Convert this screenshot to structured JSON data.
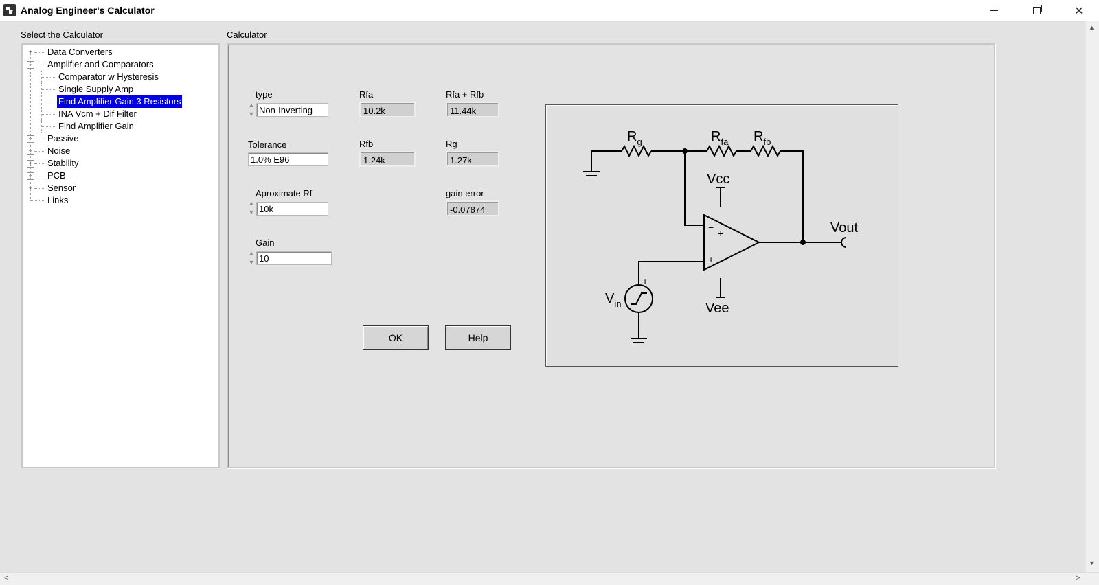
{
  "window": {
    "title": "Analog Engineer's Calculator",
    "minimize_icon": "minimize-icon",
    "maximize_icon": "restore-icon",
    "close_glyph": "✕"
  },
  "sidebar": {
    "heading": "Select the Calculator",
    "items": [
      {
        "label": "Data Converters",
        "level": 0,
        "expander": "+"
      },
      {
        "label": "Amplifier and Comparators",
        "level": 0,
        "expander": "−"
      },
      {
        "label": "Comparator w Hysteresis",
        "level": 1
      },
      {
        "label": "Single Supply Amp",
        "level": 1
      },
      {
        "label": "Find Amplifier Gain 3 Resistors",
        "level": 1,
        "selected": true
      },
      {
        "label": "INA Vcm + Dif Filter",
        "level": 1
      },
      {
        "label": "Find Amplifier Gain",
        "level": 1
      },
      {
        "label": "Passive",
        "level": 0,
        "expander": "+"
      },
      {
        "label": "Noise",
        "level": 0,
        "expander": "+"
      },
      {
        "label": "Stability",
        "level": 0,
        "expander": "+"
      },
      {
        "label": "PCB",
        "level": 0,
        "expander": "+"
      },
      {
        "label": "Sensor",
        "level": 0,
        "expander": "+"
      },
      {
        "label": "Links",
        "level": 0
      }
    ]
  },
  "calculator": {
    "heading": "Calculator",
    "inputs": {
      "type": {
        "label": "type",
        "value": "Non-Inverting"
      },
      "tolerance": {
        "label": "Tolerance",
        "value": "1.0% E96"
      },
      "approx_rf": {
        "label": "Aproximate Rf",
        "value": "10k"
      },
      "gain": {
        "label": "Gain",
        "value": "10"
      }
    },
    "outputs": {
      "rfa": {
        "label": "Rfa",
        "value": "10.2k"
      },
      "rfa_rfb": {
        "label": "Rfa + Rfb",
        "value": "11.44k"
      },
      "rfb": {
        "label": "Rfb",
        "value": "1.24k"
      },
      "rg": {
        "label": "Rg",
        "value": "1.27k"
      },
      "gain_error": {
        "label": "gain error",
        "value": "-0.07874"
      }
    },
    "buttons": {
      "ok": "OK",
      "help": "Help"
    },
    "schematic": {
      "rg": {
        "main": "R",
        "sub": "g"
      },
      "rfa": {
        "main": "R",
        "sub": "fa"
      },
      "rfb": {
        "main": "R",
        "sub": "fb"
      },
      "vcc": "Vcc",
      "vee": "Vee",
      "vout": "Vout",
      "vin": {
        "main": "V",
        "sub": "in"
      },
      "minus": "−",
      "plus": "+"
    }
  },
  "scrollbars": {
    "up": "▲",
    "down": "▼",
    "left": "<",
    "right": ">"
  }
}
